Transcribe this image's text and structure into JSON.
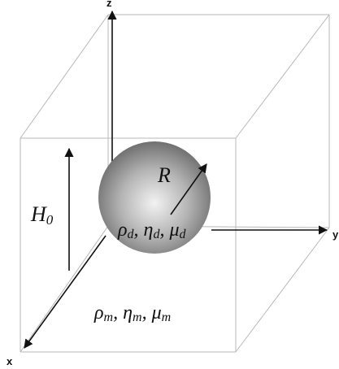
{
  "axes": {
    "z": "z",
    "x": "x",
    "y": "y"
  },
  "sphere": {
    "radius_label": "R",
    "properties": {
      "rho": "ρ",
      "rho_sub": "d",
      "eta": "η",
      "eta_sub": "d",
      "mu": "μ",
      "mu_sub": "d",
      "sep": ","
    }
  },
  "field": {
    "label": "H",
    "sub": "0"
  },
  "medium": {
    "rho": "ρ",
    "rho_sub": "m",
    "eta": "η",
    "eta_sub": "m",
    "mu": "μ",
    "mu_sub": "m",
    "sep": ","
  },
  "colors": {
    "box_edges": "#b8b8b8",
    "arrows": "#111111",
    "sphere_light": "#f2f2f2",
    "sphere_dark": "#6f6f6f"
  }
}
